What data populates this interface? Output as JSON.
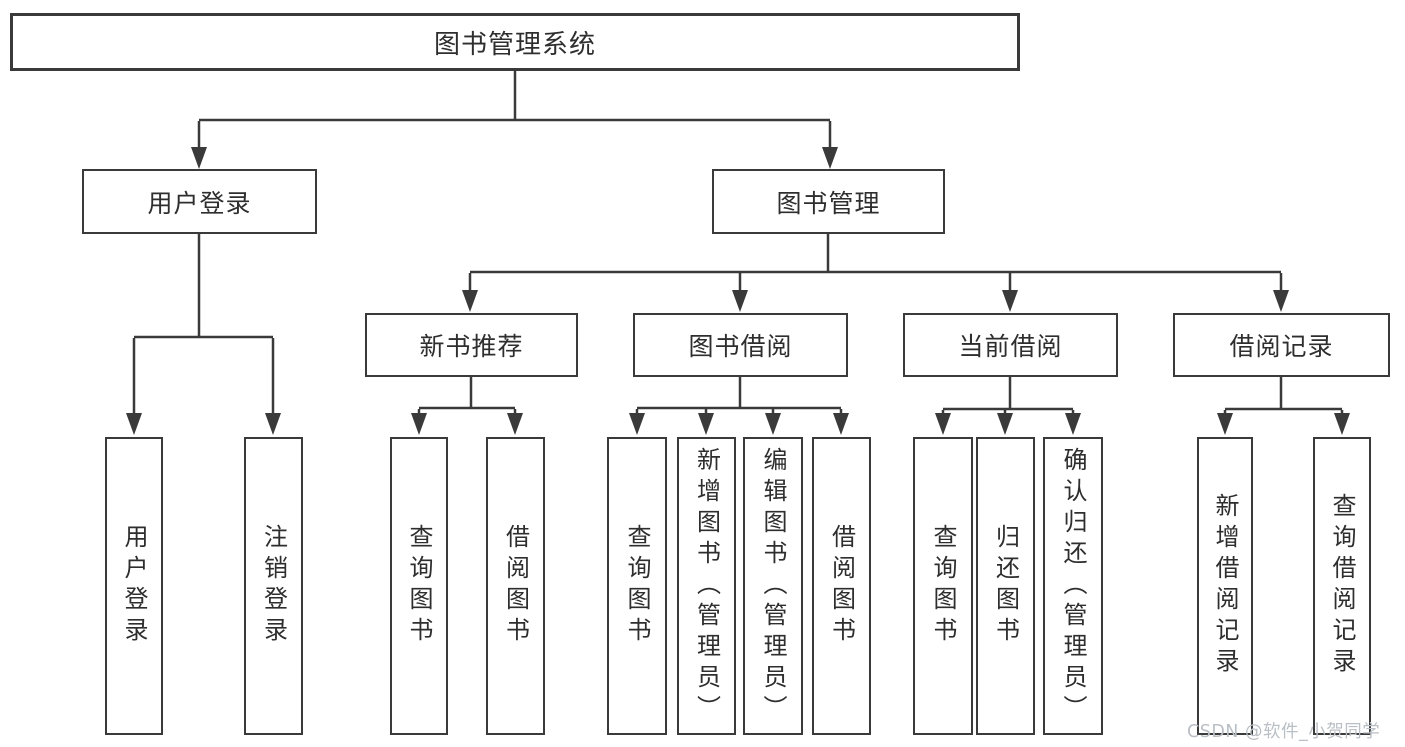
{
  "tree": {
    "root": "图书管理系统",
    "branches": [
      {
        "label": "用户登录",
        "children": [
          "用户登录",
          "注销登录"
        ]
      },
      {
        "label": "图书管理",
        "sections": [
          {
            "label": "新书推荐",
            "children": [
              "查询图书",
              "借阅图书"
            ]
          },
          {
            "label": "图书借阅",
            "children": [
              "查询图书",
              "新增图书（管理员）",
              "编辑图书（管理员）",
              "借阅图书"
            ]
          },
          {
            "label": "当前借阅",
            "children": [
              "查询图书",
              "归还图书",
              "确认归还（管理员）"
            ]
          },
          {
            "label": "借阅记录",
            "children": [
              "新增借阅记录",
              "查询借阅记录"
            ]
          }
        ]
      }
    ]
  },
  "watermark": "CSDN @软件_小贺同学",
  "colors": {
    "line": "#3a3a3a",
    "text": "#2e2e2e",
    "watermark": "#b9bfc5",
    "background": "#ffffff"
  }
}
